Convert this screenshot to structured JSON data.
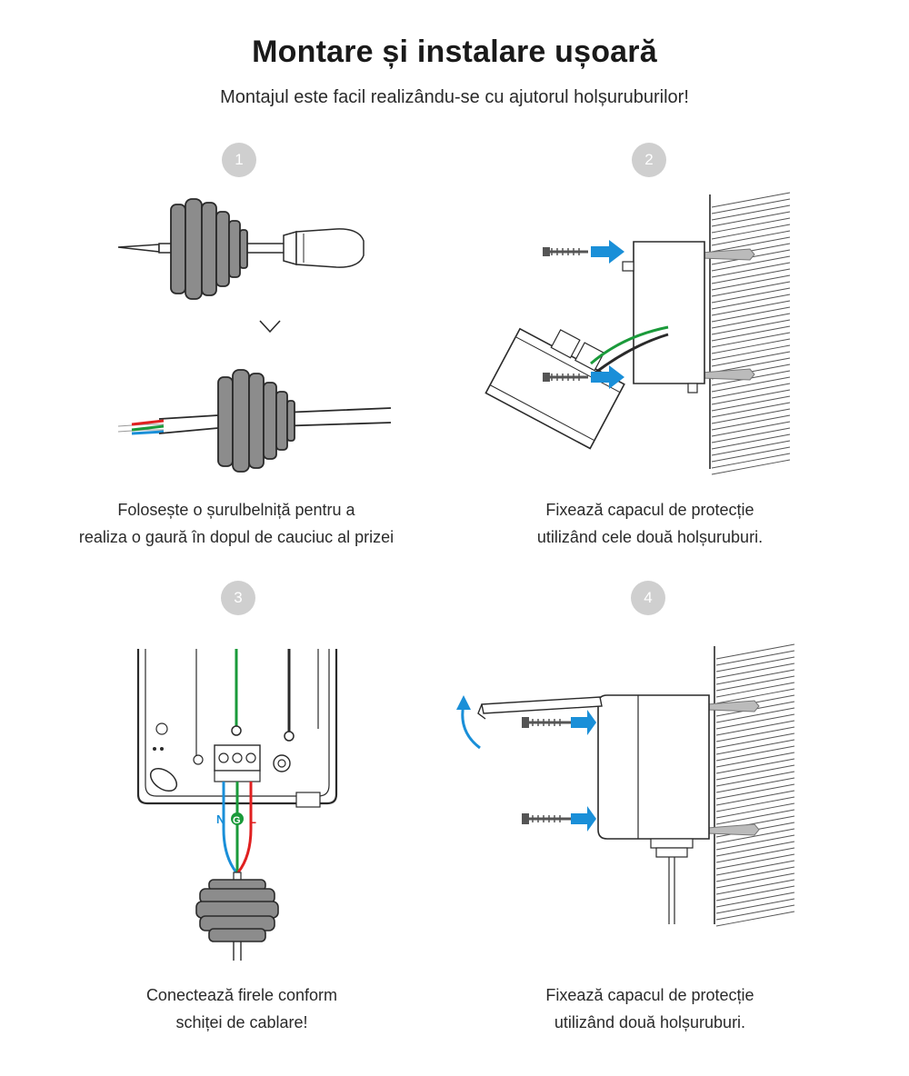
{
  "header": {
    "title": "Montare și instalare ușoară",
    "subtitle": "Montajul este facil realizându-se cu ajutorul holșuruburilor!"
  },
  "steps": [
    {
      "number": "1",
      "caption_lines": [
        "Folosește o șurulbelniță pentru a",
        "realiza o gaură în dopul de cauciuc al prizei"
      ]
    },
    {
      "number": "2",
      "caption_lines": [
        "Fixează capacul de protecție",
        "utilizând cele două holșuruburi."
      ]
    },
    {
      "number": "3",
      "caption_lines": [
        "Conectează firele conform",
        "schiței de cablare!"
      ]
    },
    {
      "number": "4",
      "caption_lines": [
        "Fixează capacul de protecție",
        "utilizând două holșuruburi."
      ]
    }
  ],
  "wiring_labels": {
    "neutral": "N",
    "ground": "G",
    "live": "L"
  },
  "colors": {
    "badge": "#cfcfcf",
    "arrow_blue": "#1a8fd8",
    "wire_green": "#1a9a3a",
    "wire_red": "#e02020",
    "wire_blue": "#1a8fd8",
    "gasket_gray": "#8c8c8c",
    "outline": "#2a2a2a"
  },
  "icons": [
    "chevron-down-icon",
    "screwdriver-icon",
    "rubber-plug-icon",
    "screw-icon",
    "arrow-right-icon",
    "rotate-arrow-icon",
    "wall-hatch-icon"
  ]
}
